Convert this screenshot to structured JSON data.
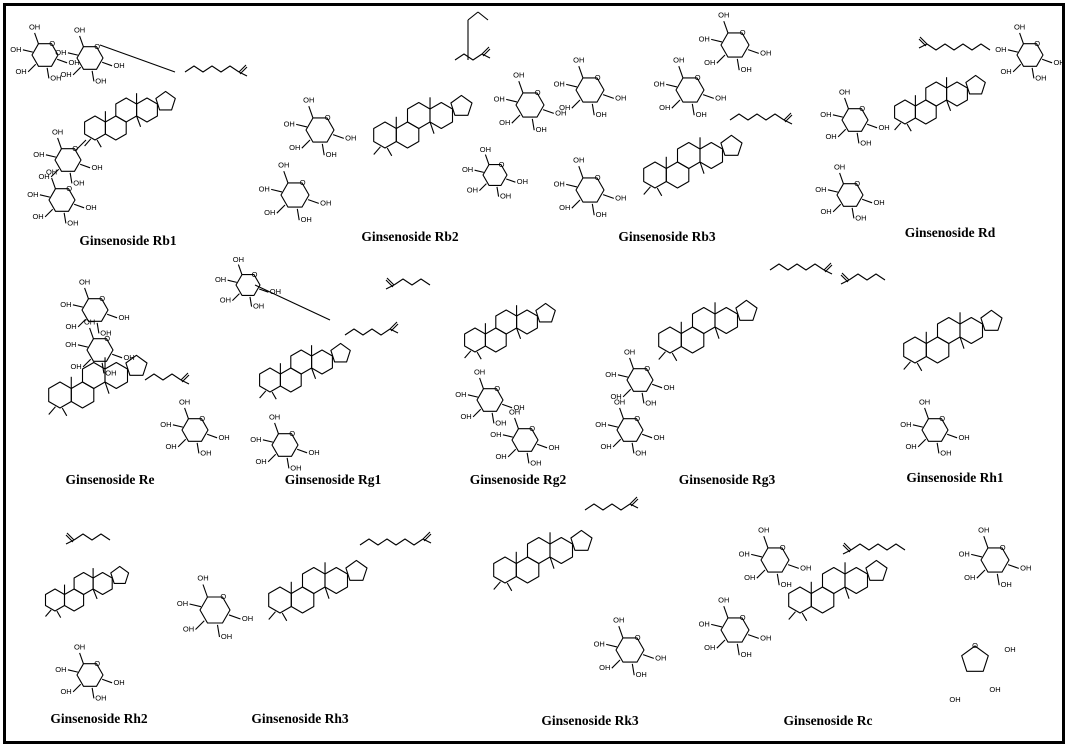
{
  "figure": {
    "border_color": "#000000",
    "background": "#ffffff",
    "line_color": "#000000",
    "atom_label_hydroxyl": "OH",
    "atom_label_hydrogen": "H",
    "atom_label_oxygen": "O"
  },
  "compounds": [
    {
      "id": "rb1",
      "name": "Ginsenoside Rb1"
    },
    {
      "id": "rb2",
      "name": "Ginsenoside Rb2"
    },
    {
      "id": "rb3",
      "name": "Ginsenoside Rb3"
    },
    {
      "id": "rd",
      "name": "Ginsenoside Rd"
    },
    {
      "id": "re",
      "name": "Ginsenoside Re"
    },
    {
      "id": "rg1",
      "name": "Ginsenoside Rg1"
    },
    {
      "id": "rg2",
      "name": "Ginsenoside Rg2"
    },
    {
      "id": "rg3",
      "name": "Ginsenoside Rg3"
    },
    {
      "id": "rh1",
      "name": "Ginsenoside Rh1"
    },
    {
      "id": "rh2",
      "name": "Ginsenoside Rh2"
    },
    {
      "id": "rh3",
      "name": "Ginsenoside Rh3"
    },
    {
      "id": "rk3",
      "name": "Ginsenoside Rk3"
    },
    {
      "id": "rc",
      "name": "Ginsenoside Rc"
    }
  ]
}
